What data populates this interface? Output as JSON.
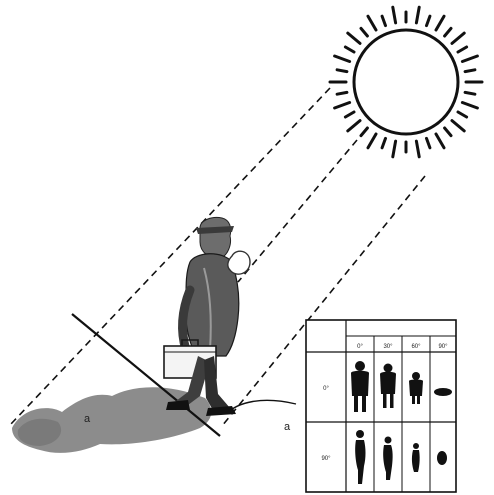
{
  "labels": {
    "shadow_marker": "a",
    "arrow_marker": "a"
  },
  "table": {
    "corner_header": "",
    "group_header": "",
    "angle_headers": [
      "0°",
      "30°",
      "60°",
      "90°"
    ],
    "row_headers": [
      "0°",
      "90°"
    ]
  }
}
